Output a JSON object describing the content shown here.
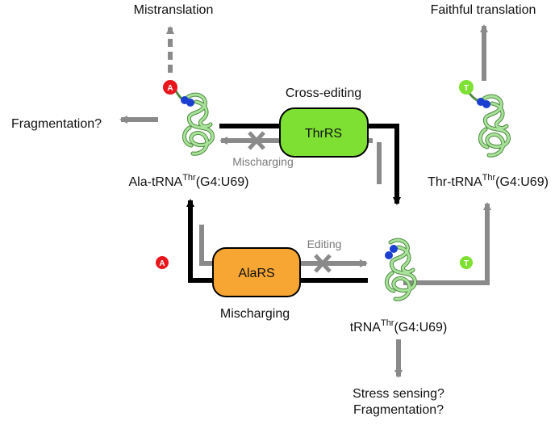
{
  "labels": {
    "mistranslation": "Mistranslation",
    "faithful_translation": "Faithful translation",
    "fragmentation_left": "Fragmentation?",
    "cross_editing": "Cross-editing",
    "mischarging_top": "Mischarging",
    "editing": "Editing",
    "mischarging_bottom": "Mischarging",
    "stress_sensing": "Stress sensing?",
    "fragmentation_bottom": "Fragmentation?"
  },
  "enzymes": {
    "thrrs": "ThrRS",
    "alars": "AlaRS"
  },
  "trnas": {
    "ala": {
      "prefix": "Ala-tRNA",
      "sup": "Thr",
      "suffix": "(G4:U69)"
    },
    "thr": {
      "prefix": "Thr-tRNA",
      "sup": "Thr",
      "suffix": "(G4:U69)"
    },
    "free": {
      "prefix": "tRNA",
      "sup": "Thr",
      "suffix": "(G4:U69)"
    }
  },
  "amino_acids": {
    "ala": "A",
    "thr": "T"
  },
  "colors": {
    "thrrs_fill": "#7ee033",
    "alars_fill": "#f7a533",
    "ala_marker": "#e8161c",
    "thr_marker": "#7ee033",
    "trna_ribbon": "#a9e39b",
    "trna_ribbon_dark": "#4e8a3f",
    "blue_atom": "#1b3fd1",
    "arrow_gray": "#8a8a8a",
    "path_black": "#000000"
  }
}
